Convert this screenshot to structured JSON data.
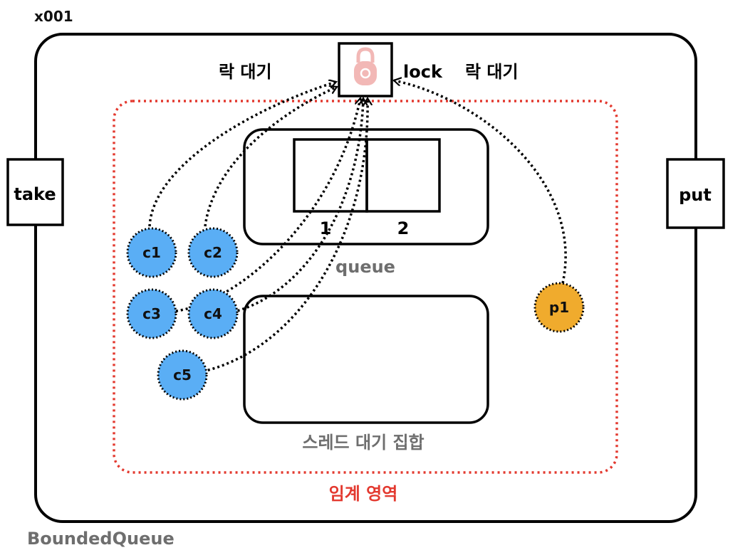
{
  "object_id": "x001",
  "object_name": "BoundedQueue",
  "methods": {
    "take": "take",
    "put": "put"
  },
  "lock": {
    "label": "lock",
    "wait_left": "락 대기",
    "wait_right": "락 대기"
  },
  "queue": {
    "label": "queue",
    "slots": [
      "1",
      "2"
    ]
  },
  "wait_set": {
    "label": "스레드 대기 집합"
  },
  "critical_section": {
    "label": "임계 영역"
  },
  "consumers": [
    "c1",
    "c2",
    "c3",
    "c4",
    "c5"
  ],
  "producers": [
    "p1"
  ],
  "colors": {
    "consumer": "#5aaef5",
    "producer": "#f0ab2d",
    "critical_border": "#e3392f",
    "lock_icon": "#f2b8b6",
    "muted_text": "#6e6e6e"
  }
}
